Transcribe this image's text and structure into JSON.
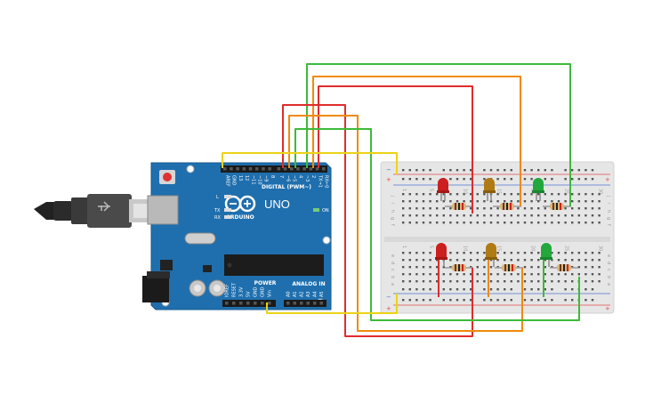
{
  "colors": {
    "wire_red": "#e02c2c",
    "wire_orange": "#f08a0a",
    "wire_green": "#3dba3a",
    "wire_yellow": "#ecd317",
    "board_blue": "#1f6fae",
    "led_red": "#cc1f1f",
    "led_yellow": "#b07a14",
    "led_green": "#22a83c"
  },
  "arduino": {
    "brand": "ARDUINO",
    "model": "UNO",
    "on_label": "ON",
    "digital_label": "DIGITAL (PWM~)",
    "power_label": "POWER",
    "analog_label": "ANALOG IN",
    "led_labels": [
      "L",
      "TX",
      "RX"
    ],
    "digital_pins": [
      "AREF",
      "GND",
      "13",
      "12",
      "~11",
      "~10",
      "~9",
      "8",
      "7",
      "~6",
      "~5",
      "4",
      "~3",
      "2",
      "TX→1",
      "RX←0"
    ],
    "power_pins": [
      "IOREF",
      "RESET",
      "3.3V",
      "5V",
      "GND",
      "GND",
      "Vin"
    ],
    "analog_pins": [
      "A0",
      "A1",
      "A2",
      "A3",
      "A4",
      "A5"
    ]
  },
  "breadboard": {
    "rows_top": [
      "j",
      "i",
      "h",
      "g",
      "f"
    ],
    "rows_bottom": [
      "e",
      "d",
      "c",
      "b",
      "a"
    ],
    "columns": [
      "1",
      "5",
      "10",
      "15",
      "20",
      "25",
      "30"
    ],
    "rail_plus": "+",
    "rail_minus": "−"
  }
}
